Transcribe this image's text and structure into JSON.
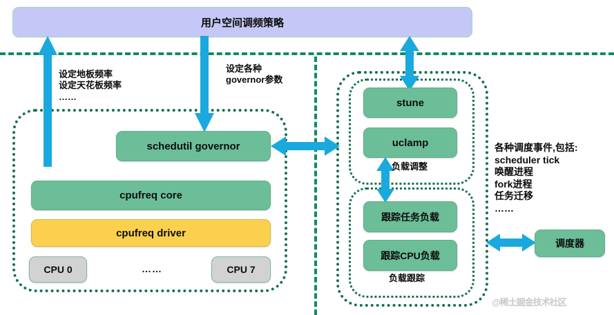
{
  "diagram": {
    "title_banner": "用户空间调频策略",
    "watermark": "@稀土掘金技术社区",
    "colors": {
      "banner_fill": "#c5c8f6",
      "node_green": "#6cbe98",
      "node_yellow": "#fbd04f",
      "node_grey": "#d2d2d2",
      "arrow_blue": "#1aa9de",
      "dotted_border": "#16704f",
      "dashed_divider": "#0f8a5f"
    }
  },
  "labels": {
    "set_freq": "设定地板频率\n设定天花板频率\n……",
    "governor_params": "设定各种\ngovernor参数",
    "load_adjust": "负载调整",
    "load_tracking": "负载跟踪",
    "sched_events": "各种调度事件,包括:\nscheduler tick\n唤醒进程\nfork进程\n任务迁移\n……"
  },
  "cpufreq_region": {
    "schedutil": "schedutil governor",
    "core": "cpufreq core",
    "driver": "cpufreq driver",
    "cpu_first": "CPU 0",
    "cpu_last": "CPU 7",
    "cpu_ellipsis": "……"
  },
  "sched_region": {
    "stune": "stune",
    "uclamp": "uclamp",
    "track_task_load": "跟踪任务负载",
    "track_cpu_load": "跟踪CPU负载"
  },
  "scheduler_box": {
    "label": "调度器"
  }
}
